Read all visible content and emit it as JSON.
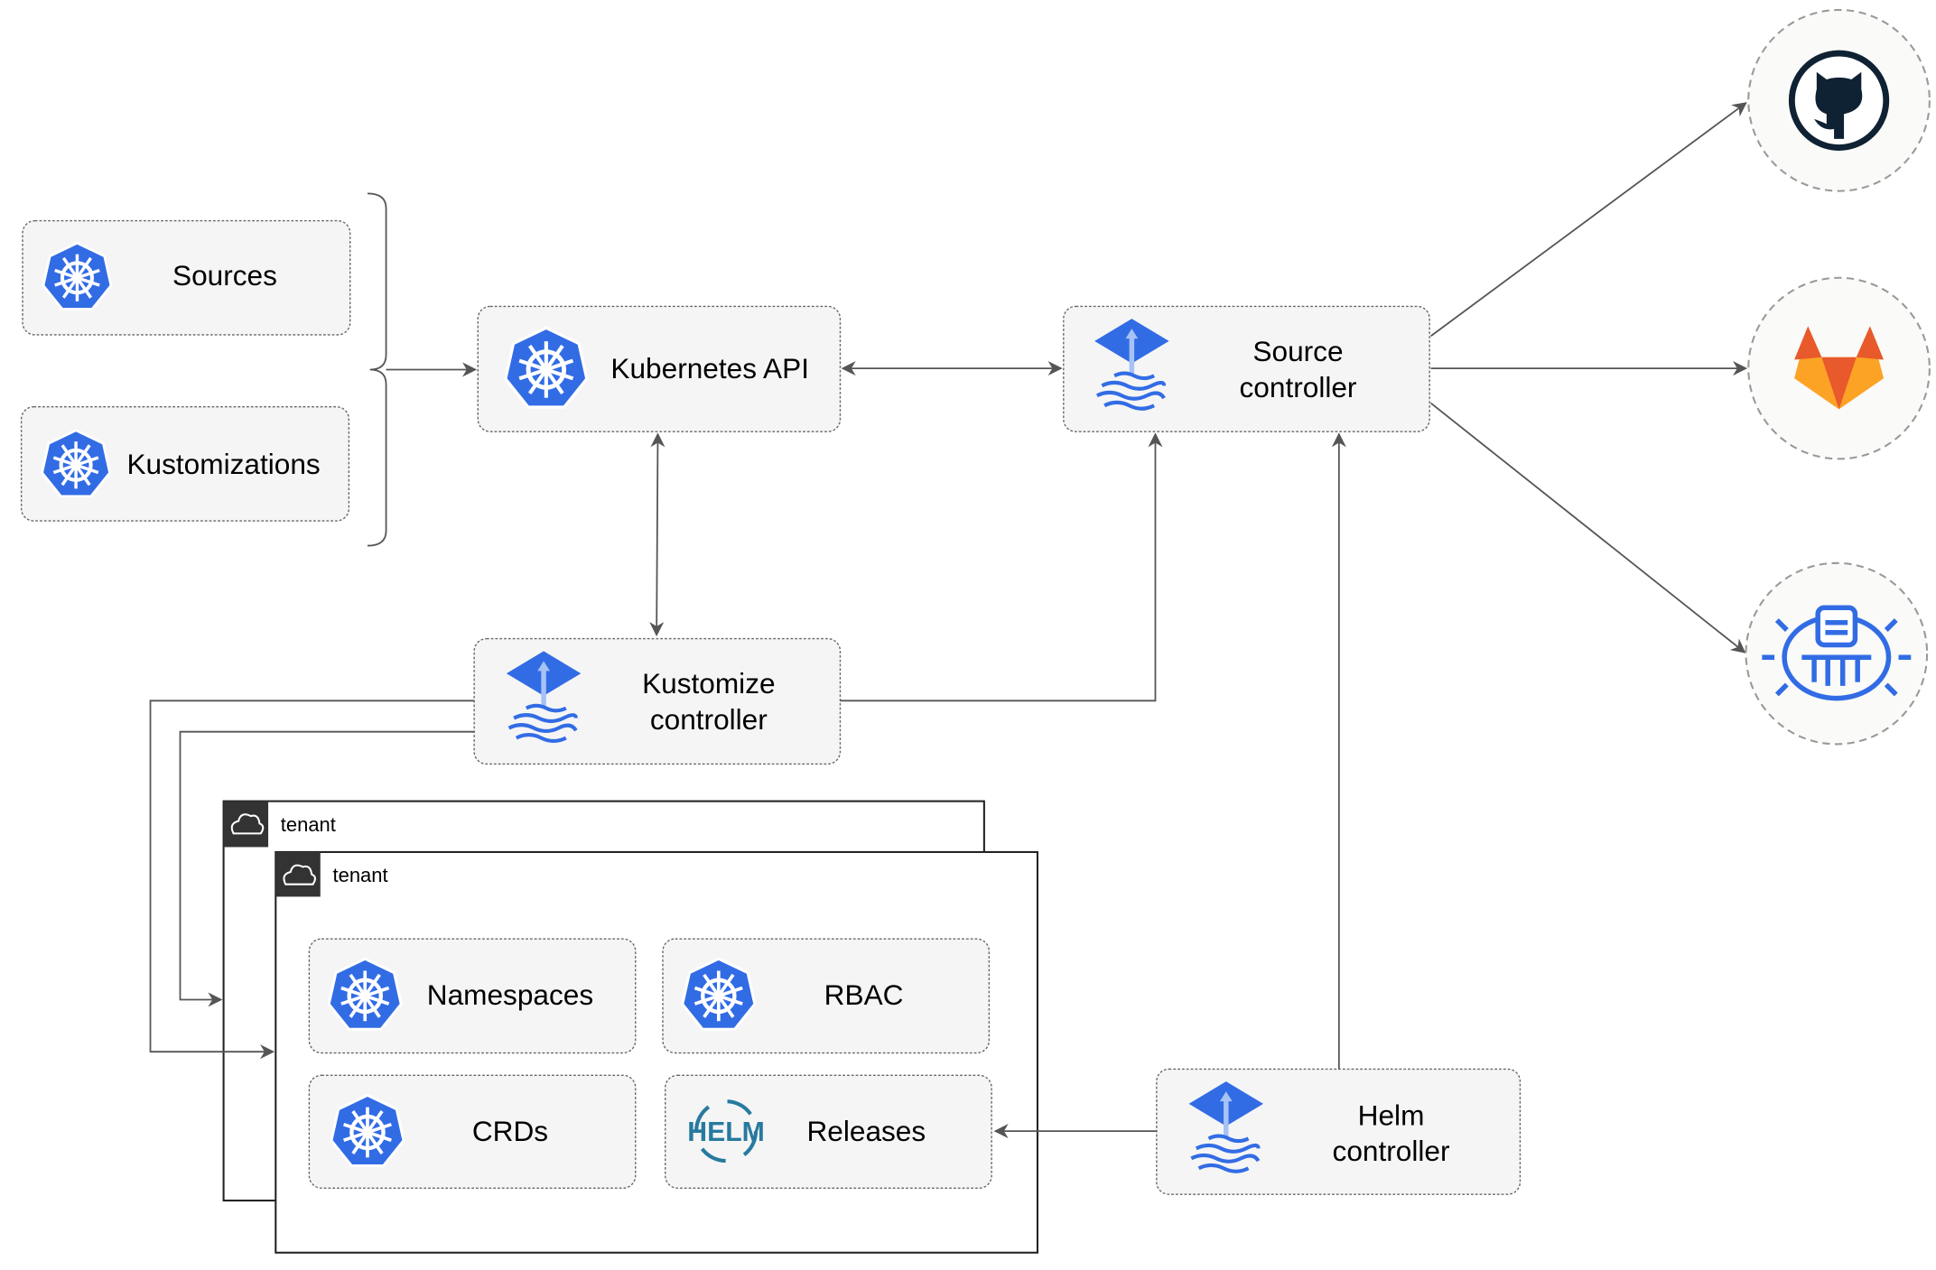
{
  "nodes": {
    "sources": "Sources",
    "kustomizations": "Kustomizations",
    "kubernetes_api": "Kubernetes API",
    "source_controller": [
      "Source",
      "controller"
    ],
    "kustomize_controller": [
      "Kustomize",
      "controller"
    ],
    "helm_controller": [
      "Helm",
      "controller"
    ],
    "namespaces": "Namespaces",
    "rbac": "RBAC",
    "crds": "CRDs",
    "releases": "Releases",
    "helm_logo_text": "HELM"
  },
  "tenants": [
    "tenant",
    "tenant"
  ],
  "external_sources": [
    "github-icon",
    "gitlab-icon",
    "bucket-icon"
  ],
  "colors": {
    "kubernetes_blue": "#326ce5",
    "github": "#0f2233",
    "gitlab_red": "#e8592b",
    "gitlab_orange": "#fca326",
    "helm": "#277a9f"
  }
}
